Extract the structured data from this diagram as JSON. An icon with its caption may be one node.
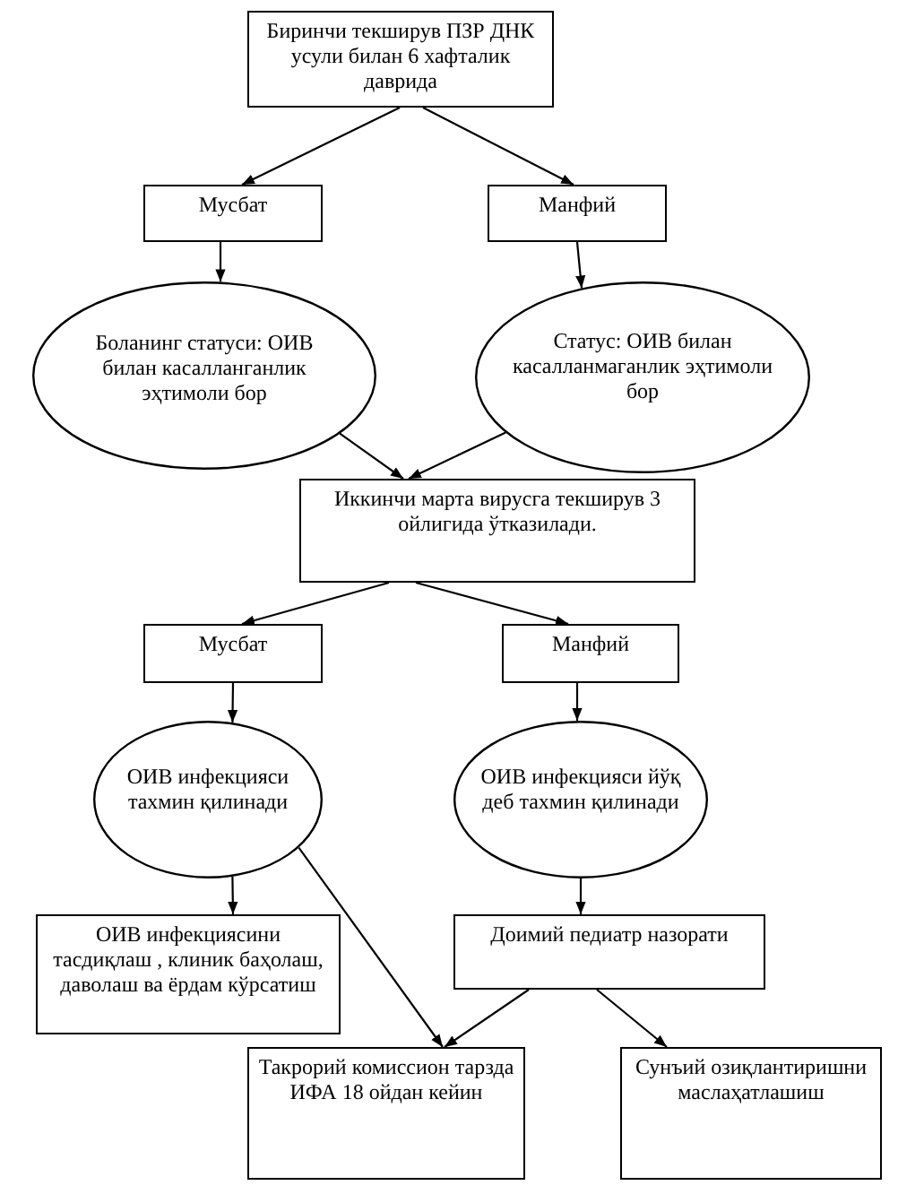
{
  "diagram": {
    "nodes": [
      {
        "text": [
          "Биринчи текширув ПЗР ДНК усули билан 6 хафталик даврида"
        ]
      },
      {
        "text": [
          "Мусбат"
        ]
      },
      {
        "text": [
          "Манфий"
        ]
      },
      {
        "text": [
          "Боланинг статуси: ОИВ билан касалланганлик эҳтимоли бор"
        ]
      },
      {
        "text": [
          "Статус: ОИВ билан касалланмаганлик эҳтимоли бор"
        ]
      },
      {
        "text": [
          "Иккинчи марта вирусга текширув 3 ойлигида ўтказилади."
        ]
      },
      {
        "text": [
          "Мусбат"
        ]
      },
      {
        "text": [
          "Манфий"
        ]
      },
      {
        "text": [
          "ОИВ инфекцияси тахмин қилинади"
        ]
      },
      {
        "text": [
          "ОИВ инфекцияси йўқ деб тахмин қилинади"
        ]
      },
      {
        "text": [
          "ОИВ инфекциясини тасдиқлаш , клиник баҳолаш, даволаш ва ёрдам кўрсатиш"
        ]
      },
      {
        "text": [
          "Доимий педиатр назорати"
        ]
      },
      {
        "text": [
          "Такрорий комиссион тарзда ИФА 18 ойдан кейин"
        ]
      },
      {
        "text": [
          "Сунъий озиқлантиришни маслаҳатлашиш"
        ]
      }
    ],
    "edges": [
      {
        "from": 0,
        "to": 1,
        "arrow": "to"
      },
      {
        "from": 0,
        "to": 2,
        "arrow": "to"
      },
      {
        "from": 1,
        "to": 3,
        "arrow": "to"
      },
      {
        "from": 2,
        "to": 4,
        "arrow": "to"
      },
      {
        "from": 3,
        "to": 5,
        "arrow": "to"
      },
      {
        "from": 4,
        "to": 5,
        "arrow": "to"
      },
      {
        "from": 5,
        "to": 6,
        "arrow": "to"
      },
      {
        "from": 5,
        "to": 7,
        "arrow": "to"
      },
      {
        "from": 6,
        "to": 8,
        "arrow": "to"
      },
      {
        "from": 7,
        "to": 9,
        "arrow": "to"
      },
      {
        "from": 8,
        "to": 10,
        "arrow": "to"
      },
      {
        "from": 8,
        "to": 12,
        "arrow": "to"
      },
      {
        "from": 9,
        "to": 11,
        "arrow": "to"
      },
      {
        "from": 11,
        "to": 12,
        "arrow": "to"
      },
      {
        "from": 11,
        "to": 13,
        "arrow": "to"
      }
    ]
  }
}
